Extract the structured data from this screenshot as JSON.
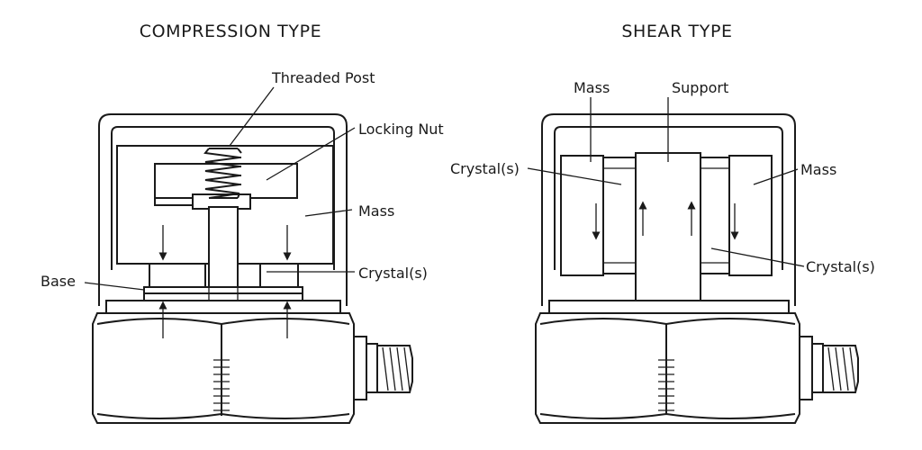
{
  "compression": {
    "title": "COMPRESSION TYPE",
    "labels": {
      "threaded_post": "Threaded Post",
      "locking_nut": "Locking Nut",
      "mass": "Mass",
      "crystals": "Crystal(s)",
      "base": "Base"
    }
  },
  "shear": {
    "title": "SHEAR TYPE",
    "labels": {
      "mass_left": "Mass",
      "support": "Support",
      "crystals_left": "Crystal(s)",
      "mass_right": "Mass",
      "crystals_right": "Crystal(s)"
    }
  }
}
